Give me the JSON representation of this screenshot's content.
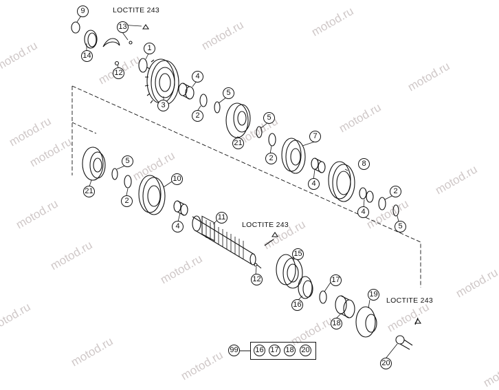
{
  "watermark": "motod.ru",
  "loctite": "LOCTITE 243",
  "callouts": {
    "n1": "1",
    "n2": "2",
    "n3": "3",
    "n4": "4",
    "n5": "5",
    "n7": "7",
    "n8": "8",
    "n9": "9",
    "n10": "10",
    "n11": "11",
    "n12": "12",
    "n13": "13",
    "n14": "14",
    "n15": "15",
    "n16": "16",
    "n17": "17",
    "n18": "18",
    "n19": "19",
    "n20": "20",
    "n21": "21",
    "n99": "99"
  },
  "colors": {
    "line": "#111111",
    "watermark": "#cfc8c8",
    "paper": "#ffffff"
  }
}
